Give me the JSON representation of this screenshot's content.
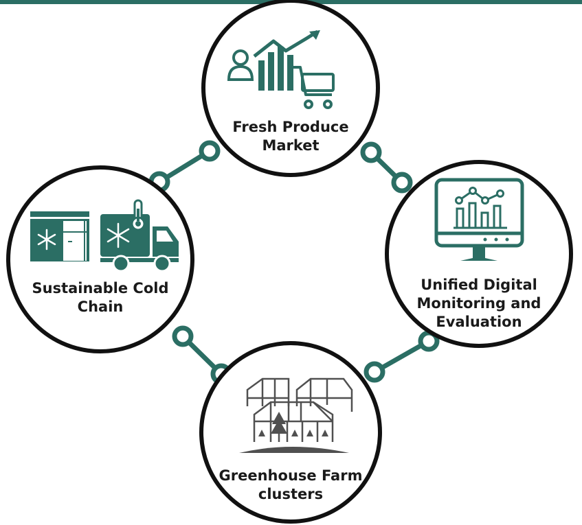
{
  "nodes": {
    "market": {
      "line1": "Fresh Produce",
      "line2": "Market",
      "icon": "market-chart-cart-icon"
    },
    "digital": {
      "line1": "Unified Digital",
      "line2": "Monitoring and",
      "line3": "Evaluation",
      "icon": "monitor-analytics-icon"
    },
    "greenhouse": {
      "line1": "Greenhouse Farm",
      "line2": "clusters",
      "icon": "greenhouse-icon"
    },
    "coldchain": {
      "line1": "Sustainable Cold",
      "line2": "Chain",
      "icon": "cold-storage-truck-icon"
    }
  },
  "colors": {
    "accent": "#2b6e64",
    "circle_stroke": "#111111",
    "text": "#1a1a1a"
  }
}
